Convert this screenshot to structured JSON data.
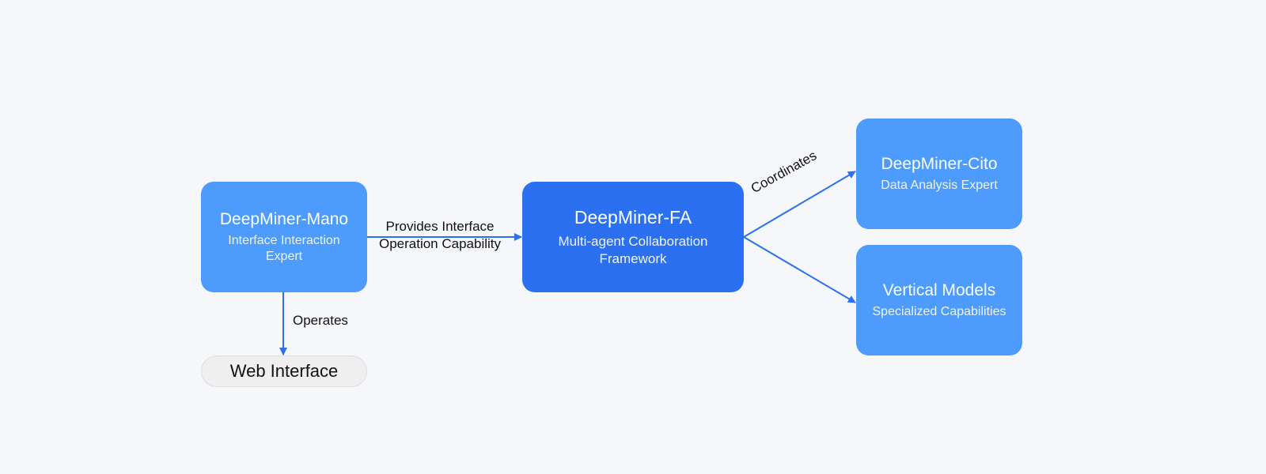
{
  "diagram": {
    "nodes": {
      "mano": {
        "title": "DeepMiner-Mano",
        "subtitle": "Interface Interaction Expert"
      },
      "fa": {
        "title": "DeepMiner-FA",
        "subtitle": "Multi-agent Collaboration Framework"
      },
      "cito": {
        "title": "DeepMiner-Cito",
        "subtitle": "Data Analysis Expert"
      },
      "vertical": {
        "title": "Vertical Models",
        "subtitle": "Specialized Capabilities"
      },
      "web": {
        "title": "Web Interface"
      }
    },
    "edges": {
      "provides": "Provides Interface Operation Capability",
      "operates": "Operates",
      "coordinates": "Coordinates"
    },
    "colors": {
      "background": "#f5f7fa",
      "node_light": "#4c9bfd",
      "node_dark": "#2a70f0",
      "connector": "#2a70f0",
      "pill_fill": "#efefef"
    }
  }
}
